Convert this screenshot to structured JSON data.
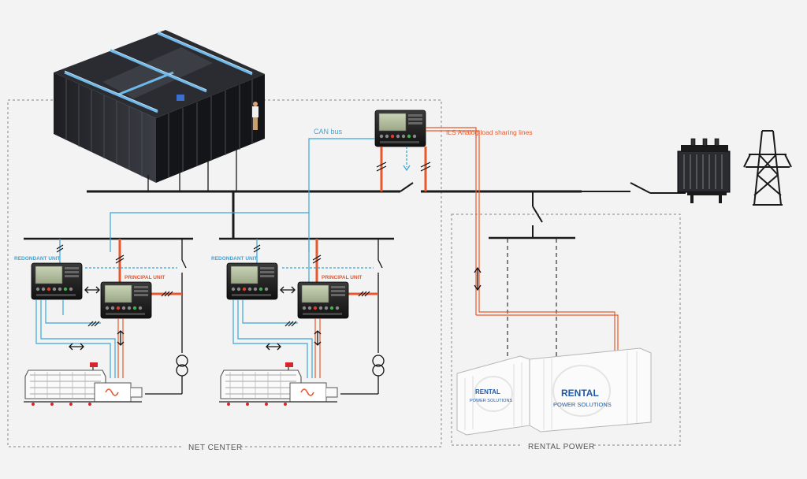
{
  "labels": {
    "can_bus": "CAN bus",
    "ils": "ILS Analog load sharing lines",
    "redundant_1": "REDONDANT UNIT",
    "principal_1": "PRINCIPAL UNIT",
    "redundant_2": "REDONDANT UNIT",
    "principal_2": "PRINCIPAL UNIT",
    "net_center": "NET CENTER",
    "rental_power": "RENTAL POWER",
    "rental_big_1": "RENTAL",
    "rental_small_1": "POWER SOLUTIONS",
    "rental_big_2": "RENTAL",
    "rental_small_2": "POWER SOLUTIONS"
  },
  "colors": {
    "can_bus": "#3aa6dc",
    "ils": "#e8582c",
    "bus": "#1a1a1a",
    "dashed_frame": "#9a9a9a",
    "background": "#f3f3f3",
    "rental_text": "#1f5aa6"
  },
  "icons": {
    "server_room": "data-center-racks-icon",
    "controller": "genset-controller-icon",
    "generator": "diesel-generator-icon",
    "transformer": "power-transformer-icon",
    "pylon": "transmission-tower-icon",
    "container": "rental-container-icon",
    "breaker": "circuit-breaker-icon",
    "ct": "current-transformer-icon"
  }
}
